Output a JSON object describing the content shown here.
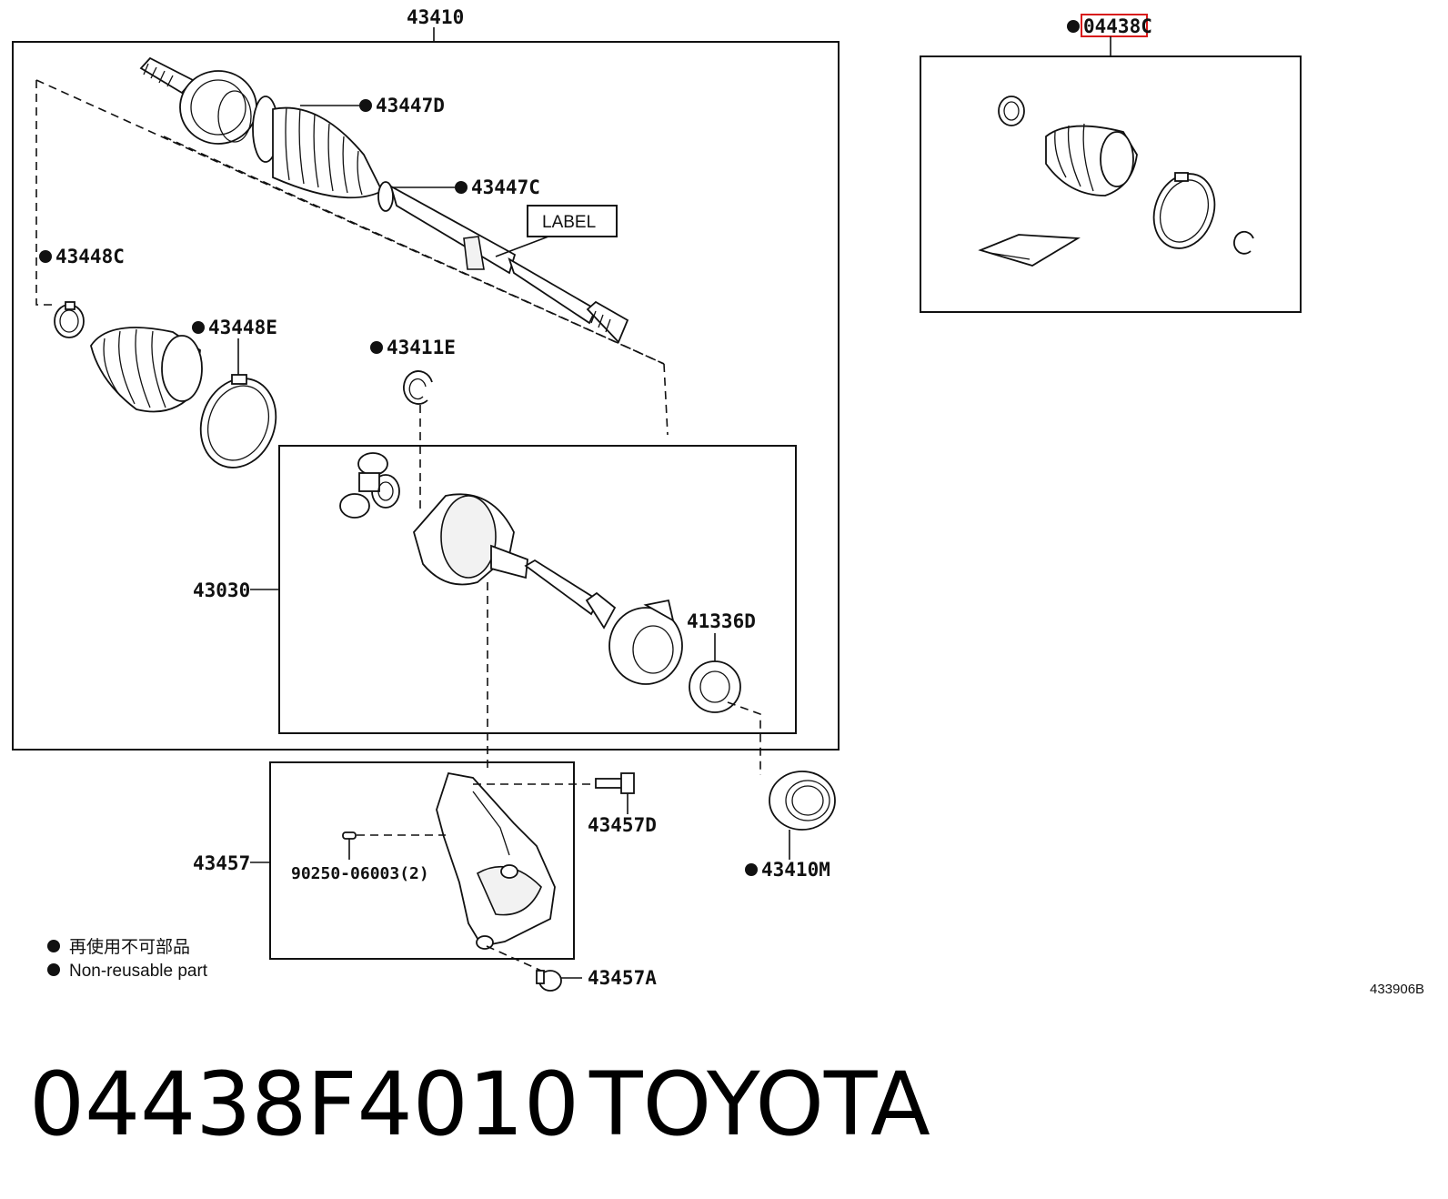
{
  "diagram": {
    "labels": {
      "assembly": "43410",
      "kit_number": "04438C",
      "boot_clamp_small": "43447D",
      "boot_clamp_large": "43447C",
      "label_tag": "LABEL",
      "inner_clamp_small": "43448C",
      "inner_clamp_large": "43448E",
      "snap_ring": "43411E",
      "inner_joint": "43030",
      "dust_seal": "41336D",
      "bearing": "43410M",
      "bracket": "43457",
      "bracket_bolt": "43457D",
      "bracket_pin": "90250-06003(2)",
      "bracket_nut": "43457A",
      "ref_code": "433906B"
    },
    "legend": {
      "line1": "再使用不可部品",
      "line2": "Non-reusable part"
    },
    "caption": {
      "part_number": "04438F4010",
      "brand": "TOYOTA"
    },
    "colors": {
      "highlight": "#d81b1b",
      "ink": "#111111"
    }
  }
}
